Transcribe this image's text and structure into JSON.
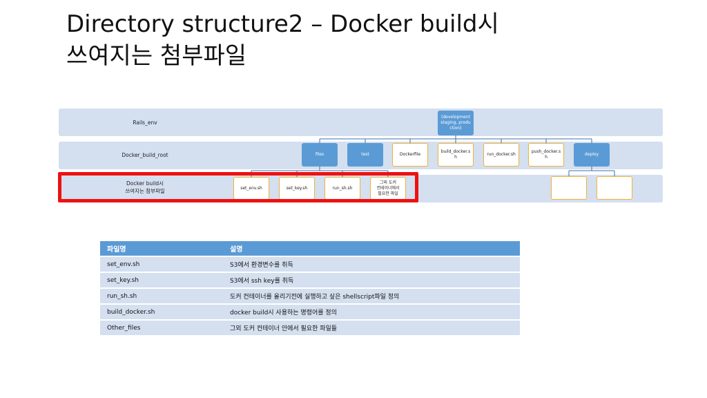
{
  "title": {
    "line1": "Directory structure2 – Docker build시",
    "line2": "쓰여지는 첨부파일"
  },
  "diagram": {
    "lanes": [
      {
        "label": "Rails_env"
      },
      {
        "label": "Docker_build_root"
      },
      {
        "label_line1": "Docker build시",
        "label_line2": "쓰여지는 첨부파일"
      }
    ],
    "root_node": "(development staging, production)",
    "level2": [
      "files",
      "test",
      "Dockerfile",
      "build_docker.sh",
      "run_docker.sh",
      "push_docker.sh",
      "deploy"
    ],
    "files_children": [
      "set_env.sh",
      "set_key.sh",
      "run_sh.sh",
      "그외 도커 컨테이너에서 필요한 파일"
    ],
    "deploy_children": [
      "",
      ""
    ],
    "colors": {
      "lane": "#d4dff0",
      "node_blue": "#5b9bd5",
      "node_border": "#f2b134",
      "highlight": "#ee1111"
    }
  },
  "table": {
    "headers": [
      "파일명",
      "설명"
    ],
    "rows": [
      [
        "set_env.sh",
        "S3에서 환경변수를 취득"
      ],
      [
        "set_key.sh",
        "S3에서 ssh key를 취득"
      ],
      [
        "run_sh.sh",
        "도커 컨테이너를 올리기전에 실행하고 싶은 shellscript파일 정의"
      ],
      [
        "build_docker.sh",
        "docker build시 사용하는 명령어를 정의"
      ],
      [
        "Other_files",
        "그외 도커 컨테이너 안에서 필요한 파일들"
      ]
    ]
  }
}
